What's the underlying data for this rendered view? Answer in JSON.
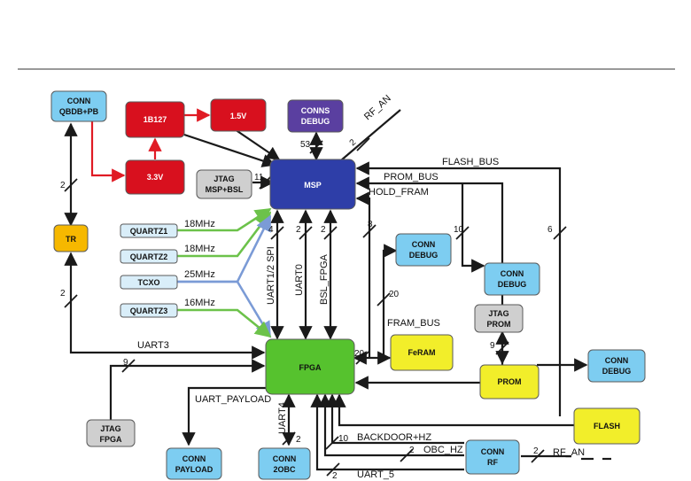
{
  "colors": {
    "black": "#1a1a1a",
    "red": "#e01b24",
    "green": "#6cc24a",
    "blue": "#7b9bd6",
    "msp": "#2e3ea8",
    "fpga": "#56c22e",
    "red_block": "#d8101e",
    "purple": "#5a3fa0",
    "light_blue": "#7dcdf1",
    "yellow": "#f2ee2a",
    "orange": "#f6b800",
    "gray": "#cfcfcf",
    "quartz": "#d9eef9"
  },
  "blocks": {
    "conn_qbdb": {
      "label": [
        "CONN",
        "QBDB+PB"
      ]
    },
    "b1b127": {
      "label": [
        "1B127"
      ]
    },
    "v15": {
      "label": [
        "1.5V"
      ]
    },
    "conns_debug_top": {
      "label": [
        "CONNS",
        "DEBUG"
      ]
    },
    "v33": {
      "label": [
        "3.3V"
      ]
    },
    "jtag_msp": {
      "label": [
        "JTAG",
        "MSP+BSL"
      ]
    },
    "msp": {
      "label": [
        "MSP"
      ]
    },
    "tr": {
      "label": [
        "TR"
      ]
    },
    "quartz1": {
      "label": [
        "QUARTZ1"
      ]
    },
    "quartz2": {
      "label": [
        "QUARTZ2"
      ]
    },
    "tcxo": {
      "label": [
        "TCXO"
      ]
    },
    "quartz3": {
      "label": [
        "QUARTZ3"
      ]
    },
    "conn_debug_mid": {
      "label": [
        "CONN",
        "DEBUG"
      ]
    },
    "conn_debug_right": {
      "label": [
        "CONN",
        "DEBUG"
      ]
    },
    "jtag_prom": {
      "label": [
        "JTAG",
        "PROM"
      ]
    },
    "feram": {
      "label": [
        "FeRAM"
      ]
    },
    "fpga": {
      "label": [
        "FPGA"
      ]
    },
    "prom": {
      "label": [
        "PROM"
      ]
    },
    "conn_debug_far": {
      "label": [
        "CONN",
        "DEBUG"
      ]
    },
    "flash": {
      "label": [
        "FLASH"
      ]
    },
    "jtag_fpga": {
      "label": [
        "JTAG",
        "FPGA"
      ]
    },
    "conn_payload": {
      "label": [
        "CONN",
        "PAYLOAD"
      ]
    },
    "conn_2obc": {
      "label": [
        "CONN",
        "2OBC"
      ]
    },
    "conn_rf": {
      "label": [
        "CONN",
        "RF"
      ]
    }
  },
  "edge_labels": {
    "rf_an_top": "RF_AN",
    "flash_bus": "FLASH_BUS",
    "prom_bus": "PROM_BUS",
    "hold_fram": "HOLD_FRAM",
    "f18a": "18MHz",
    "f18b": "18MHz",
    "f25": "25MHz",
    "f16": "16MHz",
    "uart12_spi": "UART1/2 SPI",
    "uart0": "UART0",
    "bsl_fpga": "BSL_FPGA",
    "fram_bus": "FRAM_BUS",
    "uart3": "UART3",
    "uart_payload": "UART_PAYLOAD",
    "uart4": "UART4",
    "backdoor_hz": "BACKDOOR+HZ",
    "obc_hz": "OBC_HZ",
    "uart5": "UART_5",
    "rf_an_bottom": "RF_AN"
  },
  "bus_widths": {
    "w53": "53",
    "w2_rfan": "2",
    "w11": "11",
    "w2_left": "2",
    "w4": "4",
    "w2_uart0": "2",
    "w2_bsl": "2",
    "w8": "8",
    "w10": "10",
    "w6": "6",
    "w20_fram": "20",
    "w2_tr": "2",
    "w9_jtag": "9",
    "w20_feram": "20",
    "w9_prom": "9",
    "w2_2obc": "2",
    "w10_backdoor": "10",
    "w2_obc": "2",
    "w2_uart5": "2",
    "w2_rfbottom": "2"
  }
}
